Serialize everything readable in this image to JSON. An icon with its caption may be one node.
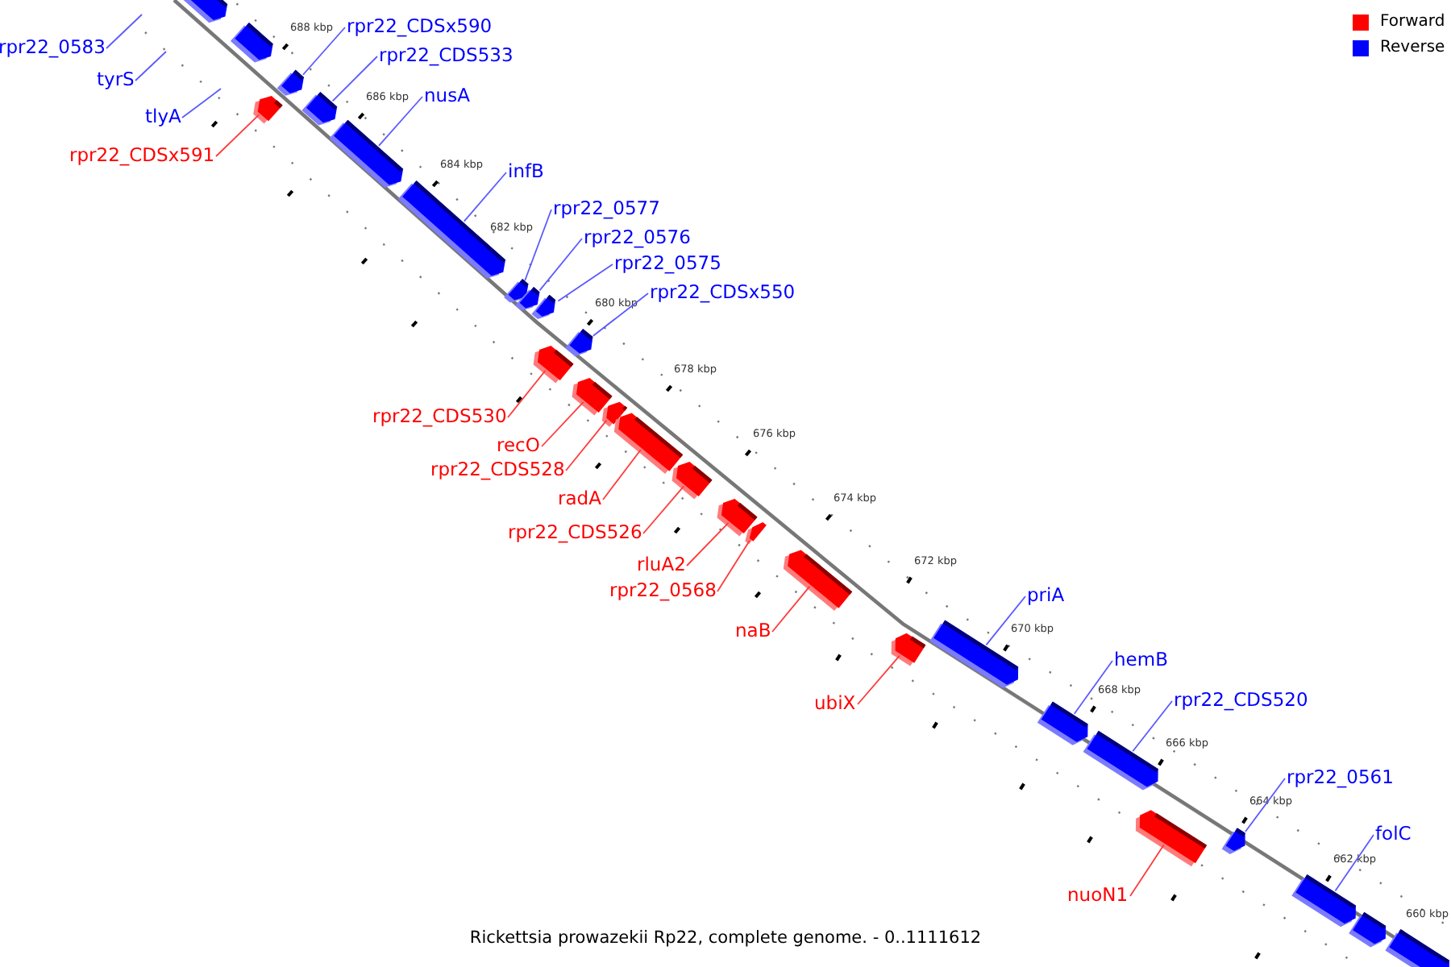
{
  "diagram": {
    "caption": "Rickettsia prowazekii Rp22, complete genome. - 0..1111612",
    "nodes": [
      {
        "text": [],
        "shape": "bar"
      },
      {
        "text": [],
        "shape": "bar"
      },
      {
        "text": [
          "rpr22_0583"
        ]
      },
      {
        "text": [
          "tyrS"
        ]
      },
      {
        "text": [
          "rpr22_CDSx590"
        ]
      },
      {
        "text": [],
        "shape": "bar"
      },
      {
        "text": [
          "rpr22_CDS533"
        ]
      },
      {
        "text": [],
        "shape": "bar"
      },
      {
        "text": [
          "tlyA"
        ]
      },
      {
        "text": [
          "rpr22_CDSx591"
        ]
      },
      {
        "text": [],
        "shape": "bar"
      },
      {
        "text": [
          "nusA"
        ]
      },
      {
        "text": [],
        "shape": "bar"
      },
      {
        "text": [
          "infB"
        ]
      },
      {
        "text": [],
        "shape": "bar"
      },
      {
        "text": [
          "rpr22_0577"
        ]
      },
      {
        "text": [],
        "shape": "bar"
      },
      {
        "text": [
          "rpr22_0576"
        ]
      },
      {
        "text": [],
        "shape": "bar"
      },
      {
        "text": [
          "rpr22_0575"
        ]
      },
      {
        "text": [],
        "shape": "bar"
      },
      {
        "text": [
          "rpr22_CDSx550"
        ]
      },
      {
        "text": [],
        "shape": "bar"
      },
      {
        "text": [
          "rpr22_CDS530"
        ]
      },
      {
        "text": [],
        "shape": "bar"
      },
      {
        "text": [
          "recO"
        ]
      },
      {
        "text": [],
        "shape": "bar"
      },
      {
        "text": [
          "rpr22_CDS528"
        ]
      },
      {
        "text": [],
        "shape": "bar"
      },
      {
        "text": [
          "radA"
        ]
      },
      {
        "text": [],
        "shape": "bar"
      },
      {
        "text": [
          "rpr22_CDS526"
        ]
      },
      {
        "text": [],
        "shape": "bar"
      },
      {
        "text": [
          "rluA2"
        ]
      },
      {
        "text": [],
        "shape": "bar"
      },
      {
        "text": [
          "rpr22_0568"
        ]
      },
      {
        "text": [],
        "shape": "bar"
      },
      {
        "text": [
          "naB"
        ]
      },
      {
        "text": [],
        "shape": "bar"
      },
      {
        "text": [
          "ubiX"
        ]
      },
      {
        "text": [],
        "shape": "bar"
      },
      {
        "text": [
          "priA"
        ]
      },
      {
        "text": [],
        "shape": "bar"
      },
      {
        "text": [
          "hemB"
        ]
      },
      {
        "text": [],
        "shape": "bar"
      },
      {
        "text": [
          "rpr22_CDS520"
        ]
      },
      {
        "text": [],
        "shape": "bar"
      },
      {
        "text": [
          "rpr22_0561"
        ]
      },
      {
        "text": [],
        "shape": "bar"
      },
      {
        "text": [
          "folC"
        ]
      },
      {
        "text": [],
        "shape": "bar"
      },
      {
        "text": [
          "nuoN1"
        ]
      },
      {
        "text": [],
        "shape": "bar"
      },
      {
        "text": [],
        "shape": "bar"
      },
      {
        "text": [],
        "shape": "bar"
      }
    ],
    "edges": [
      {
        "from": 2,
        "to": null,
        "arrow": "none"
      },
      {
        "from": 3,
        "to": null,
        "arrow": "none"
      },
      {
        "from": 4,
        "to": 5,
        "arrow": "none"
      },
      {
        "from": 6,
        "to": 7,
        "arrow": "none"
      },
      {
        "from": 8,
        "to": null,
        "arrow": "none"
      },
      {
        "from": 9,
        "to": 10,
        "arrow": "none",
        "color": "#ff3a3a"
      },
      {
        "from": 11,
        "to": 12,
        "arrow": "none"
      },
      {
        "from": 13,
        "to": 14,
        "arrow": "none"
      },
      {
        "from": 15,
        "to": 16,
        "arrow": "none"
      },
      {
        "from": 17,
        "to": 18,
        "arrow": "none"
      },
      {
        "from": 19,
        "to": 20,
        "arrow": "none"
      },
      {
        "from": 21,
        "to": 22,
        "arrow": "none"
      },
      {
        "from": 23,
        "to": 24,
        "arrow": "none",
        "color": "#ff3a3a"
      },
      {
        "from": 25,
        "to": 26,
        "arrow": "none",
        "color": "#ff3a3a"
      },
      {
        "from": 27,
        "to": 28,
        "arrow": "none",
        "color": "#ff3a3a"
      },
      {
        "from": 29,
        "to": 30,
        "arrow": "none",
        "color": "#ff3a3a"
      },
      {
        "from": 31,
        "to": 32,
        "arrow": "none",
        "color": "#ff3a3a"
      },
      {
        "from": 33,
        "to": 34,
        "arrow": "none",
        "color": "#ff3a3a"
      },
      {
        "from": 35,
        "to": 36,
        "arrow": "none",
        "color": "#ff3a3a"
      },
      {
        "from": 37,
        "to": 38,
        "arrow": "none",
        "color": "#ff3a3a"
      },
      {
        "from": 39,
        "to": 40,
        "arrow": "none",
        "color": "#ff3a3a"
      },
      {
        "from": 41,
        "to": 42,
        "arrow": "none"
      },
      {
        "from": 43,
        "to": 44,
        "arrow": "none"
      },
      {
        "from": 45,
        "to": 46,
        "arrow": "none"
      },
      {
        "from": 47,
        "to": 48,
        "arrow": "none"
      },
      {
        "from": 49,
        "to": 50,
        "arrow": "none"
      },
      {
        "from": 51,
        "to": 52,
        "arrow": "none",
        "color": "#ff3a3a"
      }
    ],
    "labels": [
      "688 kbp",
      "686 kbp",
      "684 kbp",
      "682 kbp",
      "680 kbp",
      "678 kbp",
      "676 kbp",
      "674 kbp",
      "672 kbp",
      "670 kbp",
      "668 kbp",
      "666 kbp",
      "664 kbp",
      "662 kbp",
      "660 kbp"
    ],
    "legend": [
      {
        "text": "Forward",
        "color": "#ff0000"
      },
      {
        "text": "Reverse",
        "color": "#0000ff"
      }
    ]
  }
}
